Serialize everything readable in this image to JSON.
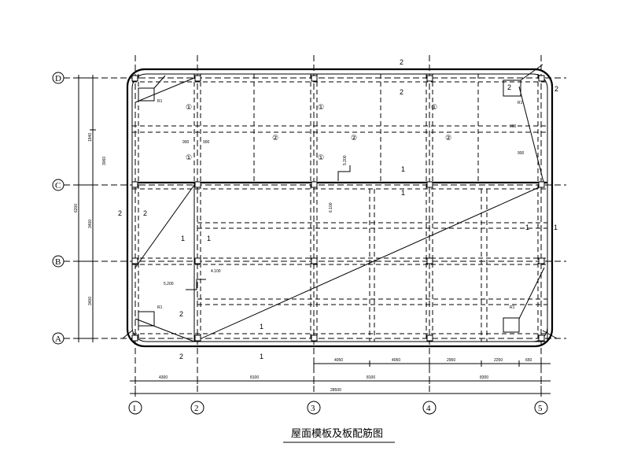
{
  "title": "屋面模板及板配筋图",
  "axes": {
    "rows": [
      "D",
      "C",
      "B",
      "A"
    ],
    "cols": [
      "1",
      "2",
      "3",
      "4",
      "5"
    ]
  },
  "dims_left": [
    "1940",
    "3400",
    "3400",
    "6200",
    "3060"
  ],
  "dims_bottom_upper": [
    "4050",
    "4050",
    "2950",
    "2250",
    "650"
  ],
  "dims_bottom_mid": [
    "4300",
    "8100",
    "8100",
    "8300"
  ],
  "dims_bottom_total": "28500",
  "panel_labels": {
    "p1": "1",
    "p2": "2",
    "p3": "①",
    "p4": "②"
  },
  "annotations": {
    "elev_5200_a": "5.200",
    "elev_6100": "6.100",
    "elev_5200_b": "5.200",
    "elev_4100": "4.100",
    "rebar_900": "900",
    "label_r1": "R1"
  }
}
